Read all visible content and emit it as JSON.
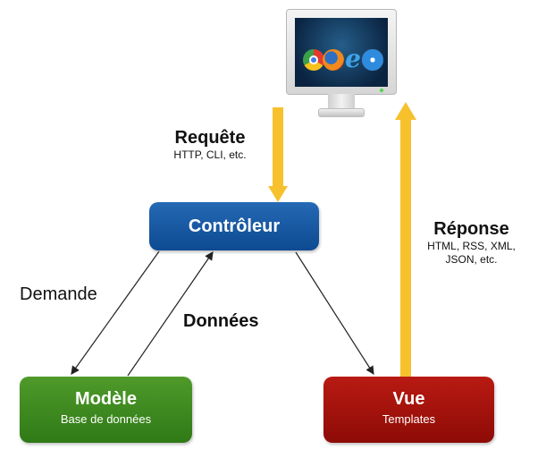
{
  "diagram": {
    "controller": {
      "title": "Contrôleur"
    },
    "model": {
      "title": "Modèle",
      "subtitle": "Base de données"
    },
    "view": {
      "title": "Vue",
      "subtitle": "Templates"
    },
    "request": {
      "label": "Requête",
      "detail": "HTTP, CLI, etc."
    },
    "response": {
      "label": "Réponse",
      "detail_line1": "HTML, RSS, XML,",
      "detail_line2": "JSON, etc."
    },
    "demand": {
      "label": "Demande"
    },
    "data": {
      "label": "Données"
    }
  },
  "colors": {
    "controller": "#0d4a92",
    "model": "#2f7a16",
    "view": "#8e0b06",
    "flow_arrow": "#f7c12e",
    "line_arrow": "#222222"
  },
  "icons": [
    "monitor-icon",
    "chrome-icon",
    "firefox-icon",
    "ie-icon",
    "safari-icon"
  ]
}
